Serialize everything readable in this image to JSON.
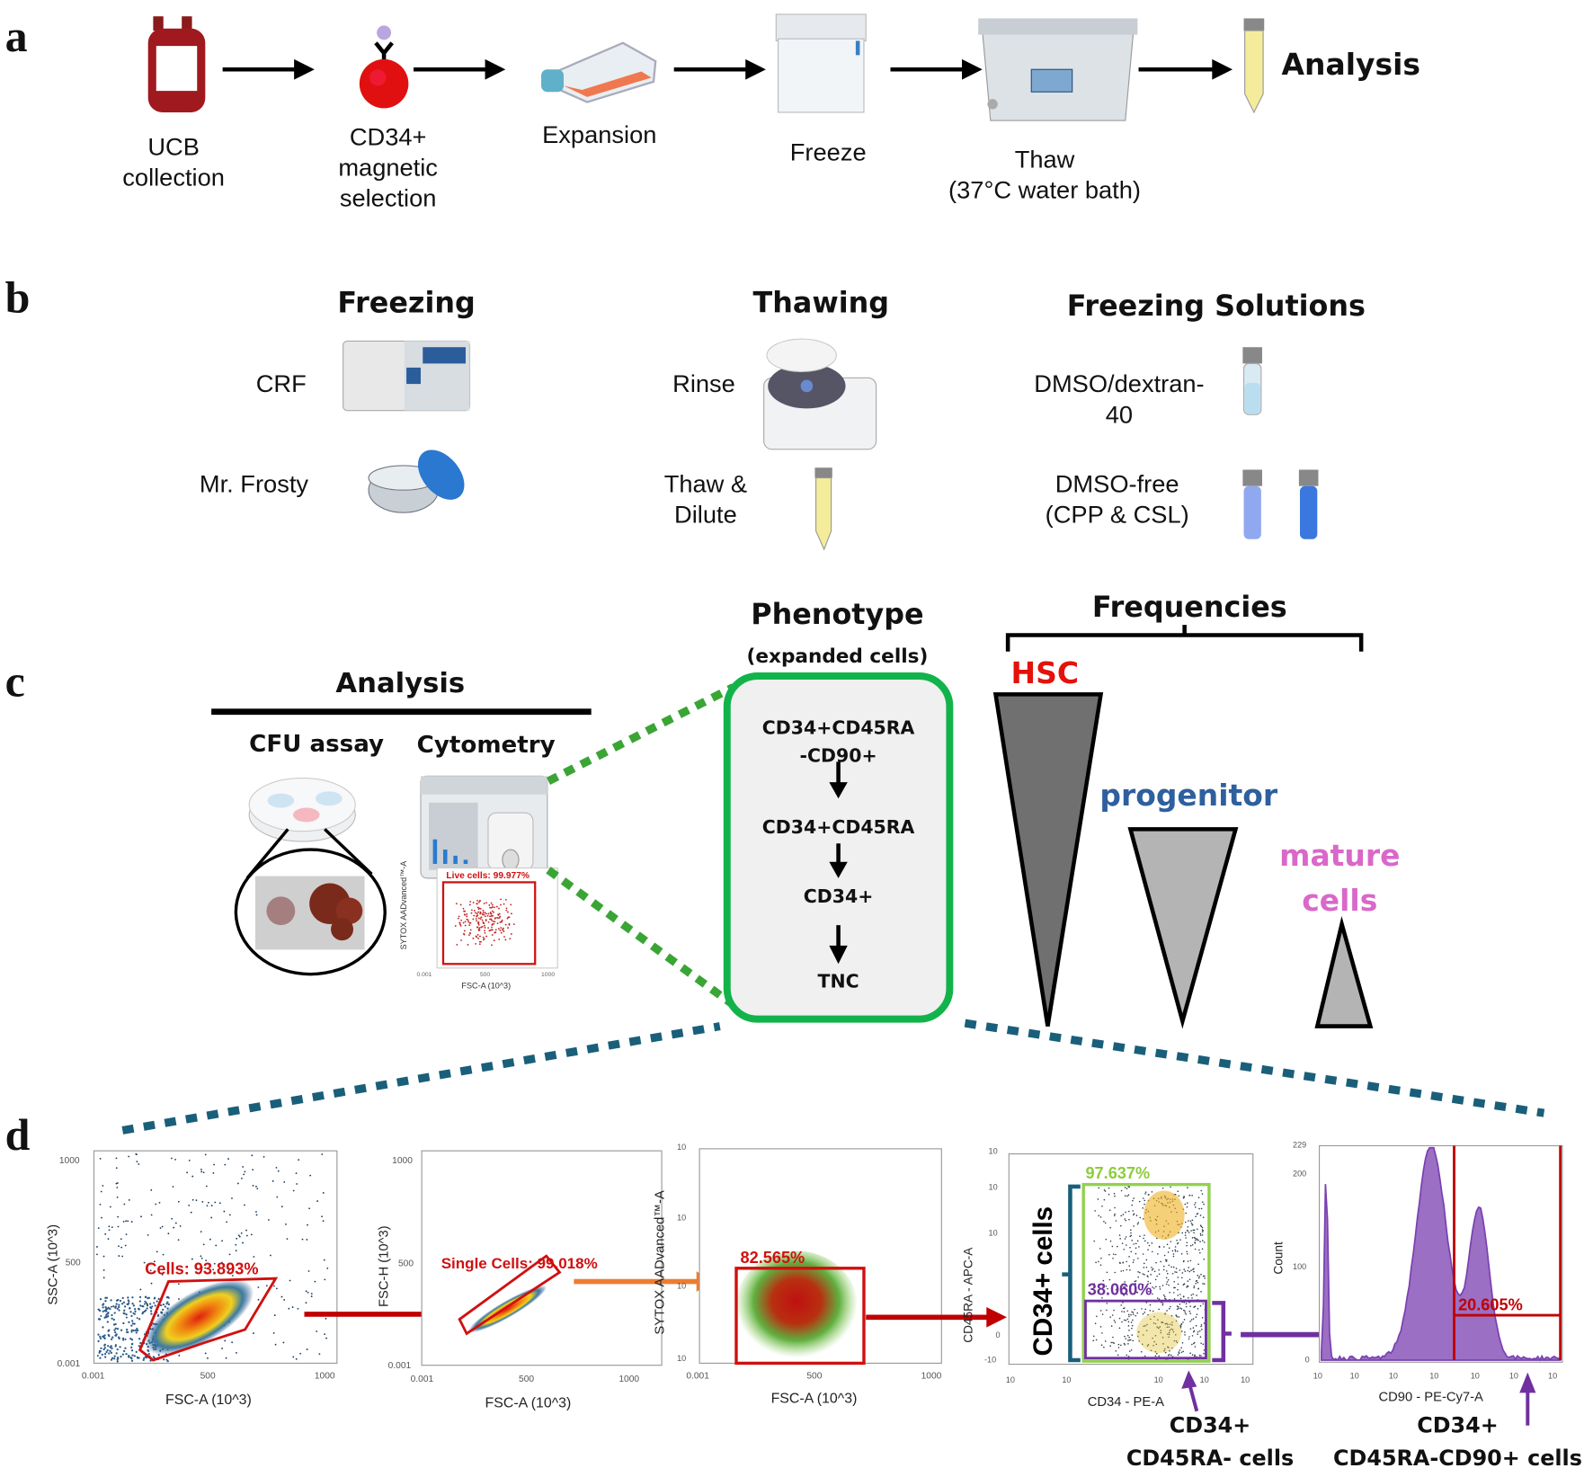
{
  "panel_labels": {
    "a": "a",
    "b": "b",
    "c": "c",
    "d": "d"
  },
  "panel_a": {
    "steps": [
      {
        "label": "UCB\ncollection",
        "icon": "blood-bag-icon"
      },
      {
        "label": "CD34+\nmagnetic\nselection",
        "icon": "antibody-cell-icon"
      },
      {
        "label": "Expansion",
        "icon": "culture-flask-icon"
      },
      {
        "label": "Freeze",
        "icon": "freezer-icon"
      },
      {
        "label": "Thaw\n(37°C water bath)",
        "icon": "water-bath-icon"
      },
      {
        "label": "Analysis",
        "icon": "tube-icon"
      }
    ]
  },
  "panel_b": {
    "freezing": {
      "title": "Freezing",
      "items": [
        "CRF",
        "Mr. Frosty"
      ]
    },
    "thawing": {
      "title": "Thawing",
      "items": [
        "Rinse",
        "Thaw &\nDilute"
      ]
    },
    "solutions": {
      "title": "Freezing Solutions",
      "items": [
        "DMSO/dextran-\n40",
        "DMSO-free\n(CPP & CSL)"
      ]
    }
  },
  "panel_c": {
    "analysis_title": "Analysis",
    "cfu_label": "CFU assay",
    "cytometry_label": "Cytometry",
    "inset": {
      "gate": "Live cells: 99.977%",
      "ylabel": "SYTOX AADvanced™-A",
      "xlabel": "FSC-A (10^3)",
      "xticks": [
        "0.001",
        "500",
        "1000"
      ]
    },
    "phenotype_title": "Phenotype",
    "phenotype_sub": "(expanded cells)",
    "phenotypes": [
      "CD34+CD45RA\n-CD90+",
      "CD34+CD45RA",
      "CD34+",
      "TNC"
    ],
    "frequencies_title": "Frequencies",
    "hsc": "HSC",
    "progenitor": "progenitor",
    "mature": "mature\ncells",
    "colors": {
      "hsc": "#e3120b",
      "progenitor": "#2e5f9e",
      "mature": "#d968c8",
      "box": "#12b34a",
      "dots": "#1a5f7a"
    }
  },
  "panel_d": {
    "plot1": {
      "gate": "Cells: 93.893%",
      "ylabel": "SSC-A (10^3)",
      "xlabel": "FSC-A (10^3)",
      "yticks": [
        "1000",
        "500",
        "0.001"
      ],
      "xticks": [
        "0.001",
        "500",
        "1000"
      ]
    },
    "plot2": {
      "gate": "Single Cells: 99.018%",
      "ylabel": "FSC-H (10^3)",
      "xlabel": "FSC-A (10^3)",
      "yticks": [
        "1000",
        "500",
        "0.001"
      ],
      "xticks": [
        "0.001",
        "500",
        "1000"
      ]
    },
    "plot3": {
      "gate": "82.565%",
      "ylabel": "SYTOX AADvanced™-A",
      "xlabel": "FSC-A (10^3)",
      "yticks": [
        "10",
        "10",
        "10",
        "10"
      ],
      "xticks": [
        "0.001",
        "500",
        "1000"
      ]
    },
    "plot4": {
      "gate_outer": "97.637%",
      "gate_inner": "38.060%",
      "ylabel": "CD45RA - APC-A",
      "xlabel": "CD34 - PE-A",
      "bracket_label": "CD34+ cells",
      "yticks": [
        "10",
        "10",
        "10",
        "0",
        "-10"
      ],
      "xticks": [
        "10",
        "10",
        "10",
        "10",
        "10"
      ],
      "callout": "CD34+\nCD45RA- cells"
    },
    "plot5": {
      "gate": "20.605%",
      "ylabel": "Count",
      "xlabel": "CD90 - PE-Cy7-A",
      "yticks": [
        "229",
        "200",
        "100",
        "0"
      ],
      "xticks": [
        "10",
        "10",
        "10",
        "10",
        "10",
        "10",
        "10"
      ],
      "callout": "CD34+\nCD45RA-CD90+ cells"
    }
  }
}
